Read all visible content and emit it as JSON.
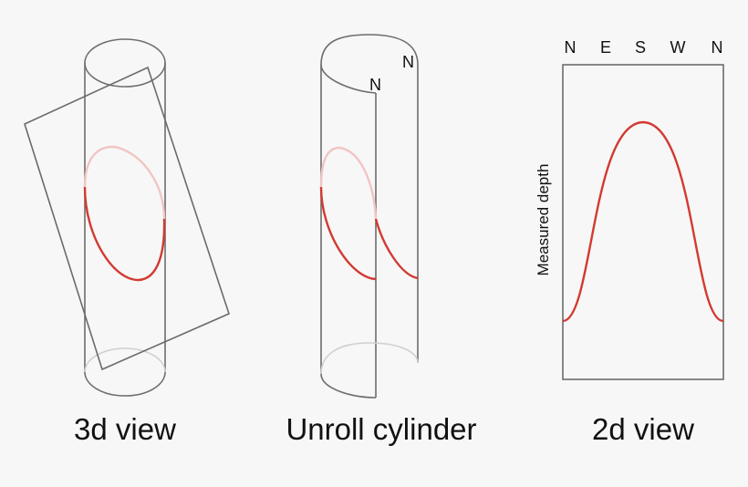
{
  "panels": [
    {
      "id": "3d",
      "caption": "3d view"
    },
    {
      "id": "unroll",
      "caption": "Unroll cylinder",
      "north_labels": [
        "N",
        "N"
      ]
    },
    {
      "id": "2d",
      "caption": "2d view",
      "top_labels": [
        "N",
        "E",
        "S",
        "W",
        "N"
      ],
      "y_label": "Measured depth"
    }
  ],
  "colors": {
    "outline": "#6d6d6d",
    "plane": "#6b6b6b",
    "curve": "#d23a32",
    "curve_faded": "#f1c5c3",
    "hidden_edge": "#cfcfcf",
    "background": "#f7f7f7"
  }
}
